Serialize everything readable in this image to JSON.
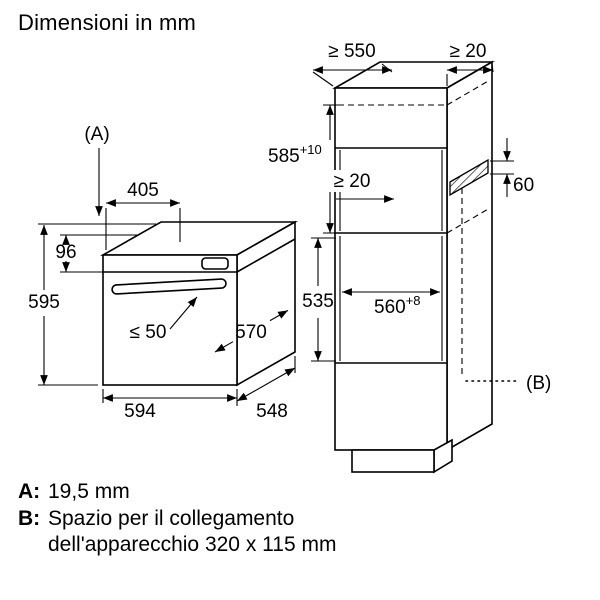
{
  "title": "Dimensioni in mm",
  "dims": {
    "a_ref": "(A)",
    "d405": "405",
    "d96": "96",
    "d595": "595",
    "le50": "≤ 50",
    "d570": "570",
    "d594": "594",
    "d548": "548",
    "ge550": "≥ 550",
    "ge20_top": "≥ 20",
    "d585": "585",
    "d585_tol": "+10",
    "ge20_back": "≥ 20",
    "d60": "60",
    "d535": "535",
    "d560": "560",
    "d560_tol": "+8",
    "b_ref": "(B)"
  },
  "legend": {
    "a_key": "A:",
    "a_value": "19,5 mm",
    "b_key": "B:",
    "b_value_line1": "Spazio per il collegamento",
    "b_value_line2": "dell'apparecchio 320 x 115 mm"
  }
}
